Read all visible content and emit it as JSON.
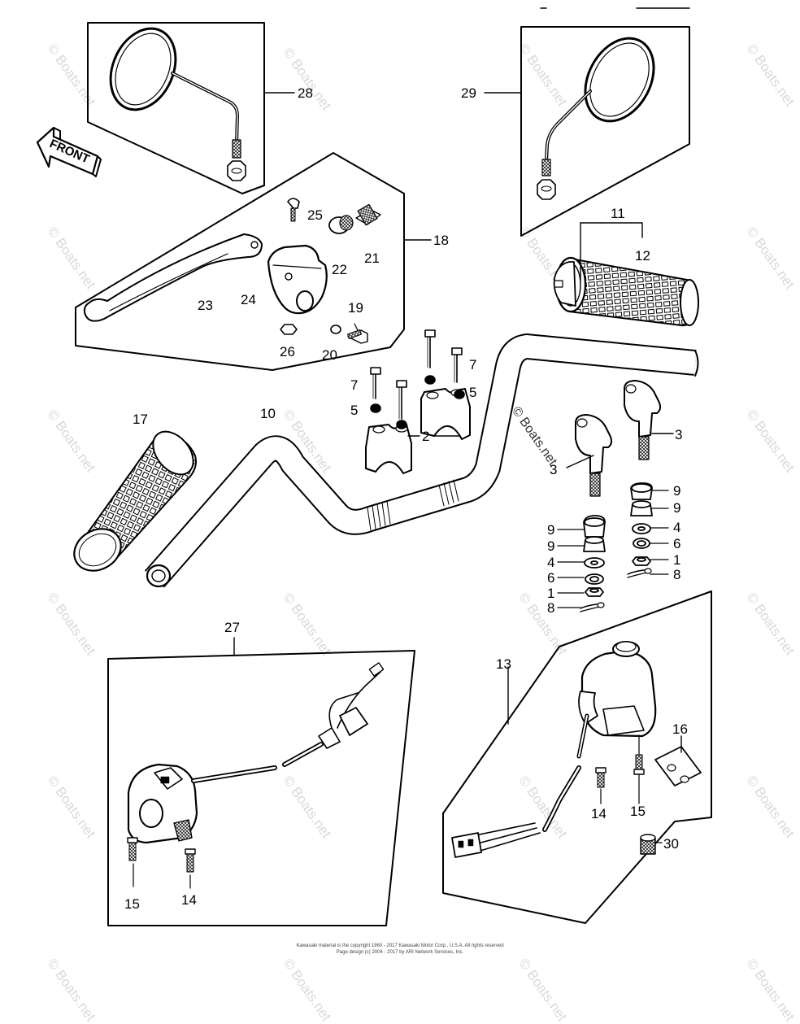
{
  "watermark": "© Boats.net",
  "front_label": "FRONT",
  "copyright": [
    "Kawasaki material is the copyright 1960 - 2017 Kawasaki Motor Corp., U.S.A.  All rights reserved",
    "Page design (c) 2004 - 2017 by ARI Network Services, Inc."
  ],
  "callouts": {
    "p28": "28",
    "p29": "29",
    "p18": "18",
    "p25": "25",
    "p21": "21",
    "p22": "22",
    "p23": "23",
    "p24": "24",
    "p19": "19",
    "p26": "26",
    "p20": "20",
    "p11": "11",
    "p12": "12",
    "p7a": "7",
    "p7b": "7",
    "p5a": "5",
    "p5b": "5",
    "p2": "2",
    "p3a": "3",
    "p3b": "3",
    "p17": "17",
    "p10": "10",
    "p9a": "9",
    "p9b": "9",
    "p4a": "4",
    "p6a": "6",
    "p1a": "1",
    "p8a": "8",
    "p9c": "9",
    "p9d": "9",
    "p4b": "4",
    "p6b": "6",
    "p1b": "1",
    "p8b": "8",
    "p27": "27",
    "p15a": "15",
    "p14a": "14",
    "p13": "13",
    "p16": "16",
    "p14b": "14",
    "p15b": "15",
    "p30": "30"
  }
}
